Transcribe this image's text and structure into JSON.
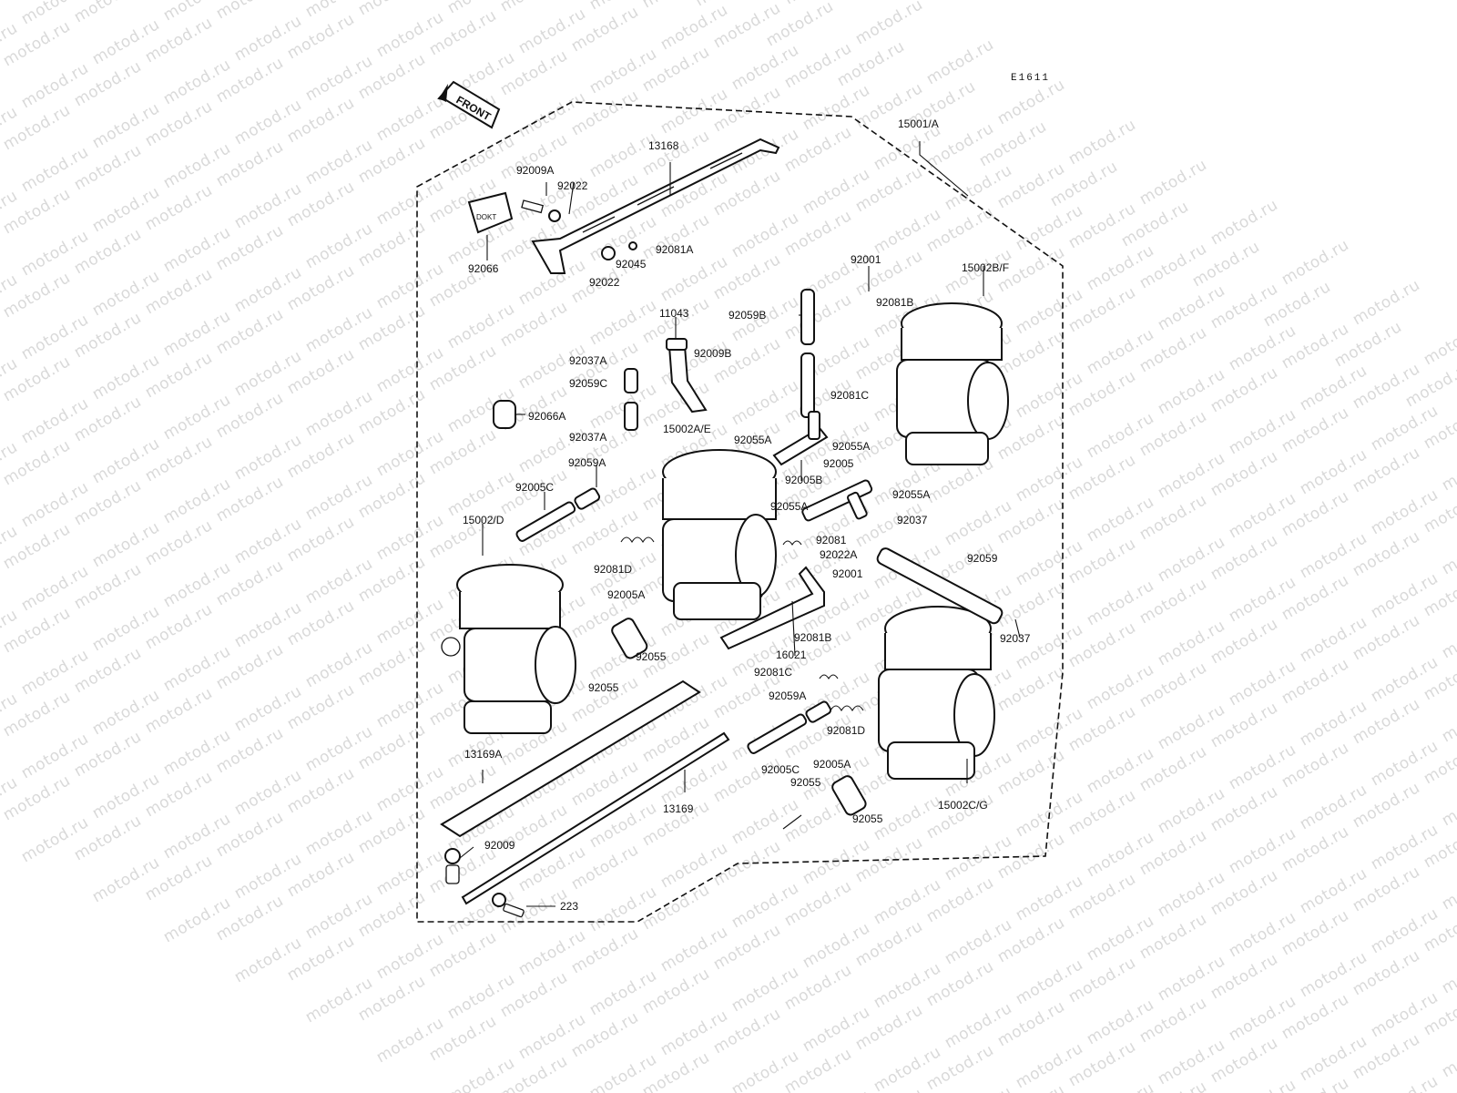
{
  "watermark": "motod.ru",
  "diagram_code": "E1611",
  "front_label": "FRONT",
  "labels": {
    "l15001A": "15001/A",
    "l13168": "13168",
    "l92009A": "92009A",
    "l92022_top": "92022",
    "l92081A": "92081A",
    "l92045": "92045",
    "l92022_bot": "92022",
    "l92066": "92066",
    "l92001_top": "92001",
    "l15002BF": "15002B/F",
    "l92081B_top": "92081B",
    "l92081C_top": "92081C",
    "l92055A_r1": "92055A",
    "l11043": "11043",
    "l92059B": "92059B",
    "l92037A_top": "92037A",
    "l92009B": "92009B",
    "l92059C": "92059C",
    "l92066A": "92066A",
    "l92037A_bot": "92037A",
    "l15002AE": "15002A/E",
    "l92055A_mid": "92055A",
    "l92005B": "92005B",
    "l92059A_top": "92059A",
    "l92005": "92005",
    "l92055A_r2": "92055A",
    "l92005C_top": "92005C",
    "l92055A_left": "92055A",
    "l92037_r": "92037",
    "l15002D": "15002/D",
    "l92081": "92081",
    "l92022A": "92022A",
    "l92081D_top": "92081D",
    "l92059": "92059",
    "l92001_mid": "92001",
    "l92005A_left": "92005A",
    "l92055_l1": "92055",
    "l92055_l2": "92055",
    "l16021": "16021",
    "l92081B_mid": "92081B",
    "l92037_br": "92037",
    "l92081C_mid": "92081C",
    "l92059A_mid": "92059A",
    "l92081D_mid": "92081D",
    "l13169A": "13169A",
    "l92005C_mid": "92005C",
    "l92005A_right": "92005A",
    "l92055_r1": "92055",
    "l92055_r2": "92055",
    "l15002CG": "15002C/G",
    "l13169": "13169",
    "l92009": "92009",
    "l223": "223"
  }
}
